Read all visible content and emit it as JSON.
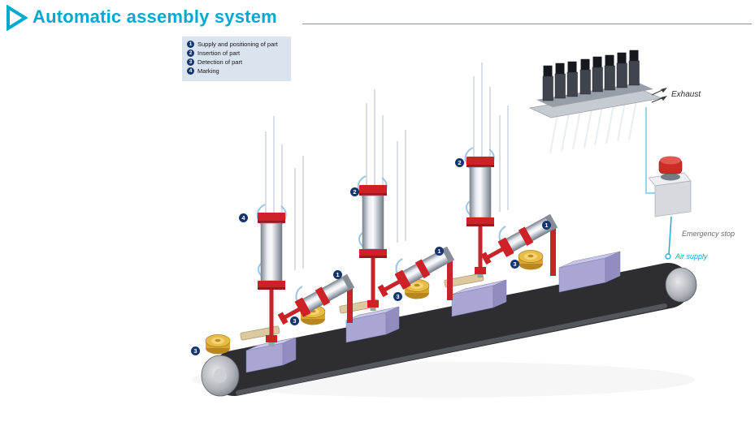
{
  "header": {
    "title": "Automatic assembly system"
  },
  "legend": {
    "items": [
      {
        "num": "1",
        "label": "Supply and positioning of part"
      },
      {
        "num": "2",
        "label": "Insertion of part"
      },
      {
        "num": "3",
        "label": "Detection of part"
      },
      {
        "num": "4",
        "label": "Marking"
      }
    ]
  },
  "annotations": {
    "exhaust": "Exhaust",
    "emergency_stop": "Emergency stop",
    "air_supply": "Air supply"
  },
  "station_badges": [
    {
      "num": "4"
    },
    {
      "num": "2"
    },
    {
      "num": "2"
    },
    {
      "num": "1"
    },
    {
      "num": "1"
    },
    {
      "num": "1"
    },
    {
      "num": "3"
    },
    {
      "num": "3"
    },
    {
      "num": "3"
    },
    {
      "num": "3"
    }
  ],
  "colors": {
    "accent_cyan": "#00A9D2",
    "badge_navy": "#16356E",
    "machine_red": "#CE2127",
    "workpiece_purple": "#A9A6D4",
    "part_gold": "#D9A62F",
    "belt_dark": "#2D2D32"
  }
}
